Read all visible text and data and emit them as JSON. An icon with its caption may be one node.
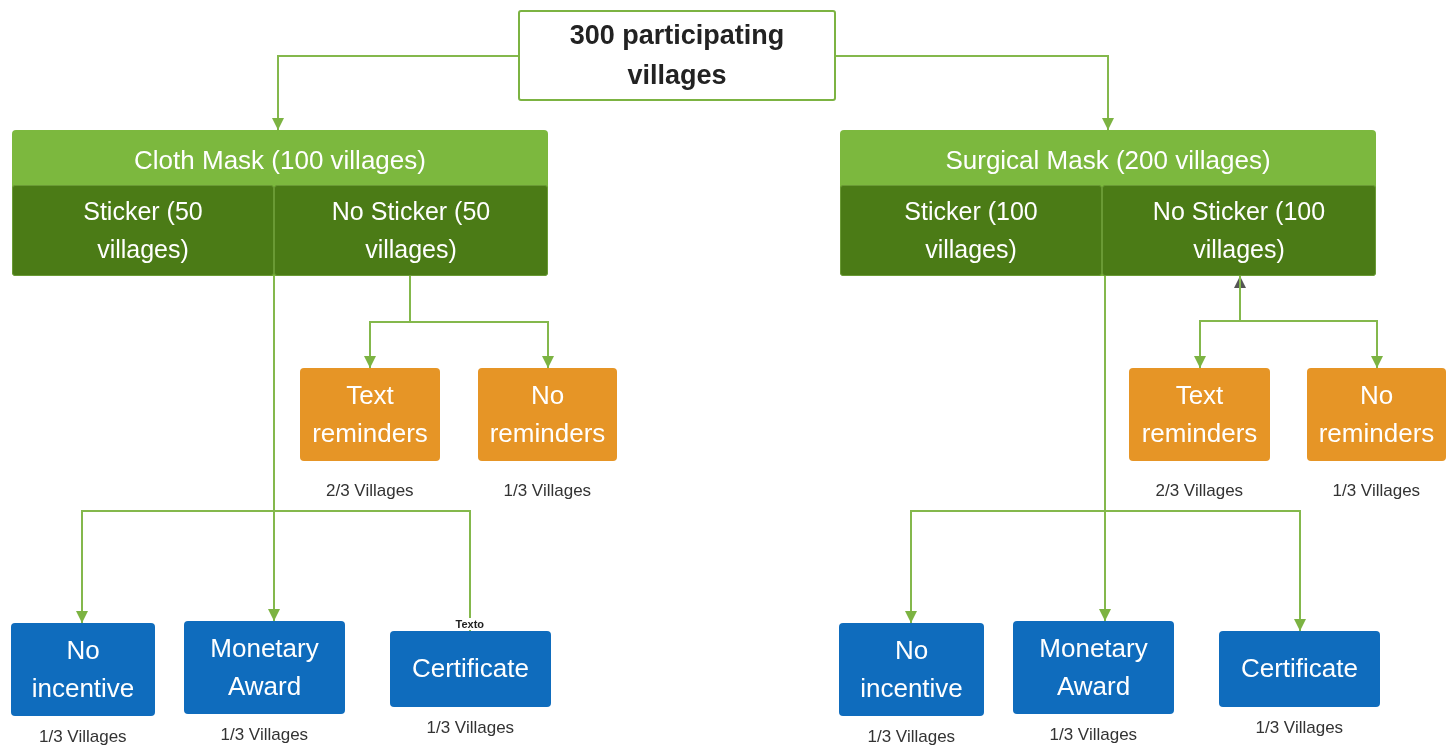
{
  "diagram": {
    "nodes": [
      {
        "text": [
          "300 participating villages"
        ]
      },
      {
        "text": [
          "Cloth Mask (100 villages)"
        ]
      },
      {
        "text": [
          "Sticker (50 villages)"
        ],
        "in": 1
      },
      {
        "text": [
          "No Sticker (50 villages)"
        ],
        "in": 1
      },
      {
        "text": [
          "Text reminders"
        ],
        "beside": [
          "2/3 Villages"
        ]
      },
      {
        "text": [
          "No reminders"
        ],
        "beside": [
          "1/3 Villages"
        ]
      },
      {
        "text": [
          "No incentive"
        ],
        "beside": [
          "1/3 Villages"
        ]
      },
      {
        "text": [
          "Monetary Award"
        ],
        "beside": [
          "1/3 Villages"
        ]
      },
      {
        "text": [
          "Certificate"
        ],
        "beside": [
          "1/3 Villages"
        ]
      },
      {
        "text": [
          "Surgical Mask (200 villages)"
        ]
      },
      {
        "text": [
          "Sticker (100 villages)"
        ],
        "in": 9
      },
      {
        "text": [
          "No Sticker (100 villages)"
        ],
        "in": 9
      },
      {
        "text": [
          "Text reminders"
        ],
        "beside": [
          "2/3 Villages"
        ]
      },
      {
        "text": [
          "No reminders"
        ],
        "beside": [
          "1/3 Villages"
        ]
      },
      {
        "text": [
          "No incentive"
        ],
        "beside": [
          "1/3 Villages"
        ]
      },
      {
        "text": [
          "Monetary Award"
        ],
        "beside": [
          "1/3 Villages"
        ]
      },
      {
        "text": [
          "Certificate"
        ],
        "beside": [
          "1/3 Villages"
        ]
      }
    ],
    "edges": [
      {
        "from": 0,
        "to": 1,
        "arrow": "to"
      },
      {
        "from": 0,
        "to": 9,
        "arrow": "to"
      },
      {
        "from": 3,
        "to": 4,
        "arrow": "to"
      },
      {
        "from": 3,
        "to": 5,
        "arrow": "to"
      },
      {
        "from": 1,
        "to": 6,
        "arrow": "to"
      },
      {
        "from": 1,
        "to": 7,
        "arrow": "to"
      },
      {
        "from": 1,
        "to": 8,
        "arrow": "none",
        "label": "Texto"
      },
      {
        "from": 11,
        "to": 12,
        "arrow": "both"
      },
      {
        "from": 11,
        "to": 13,
        "arrow": "to"
      },
      {
        "from": 9,
        "to": 14,
        "arrow": "to"
      },
      {
        "from": 9,
        "to": 15,
        "arrow": "to"
      },
      {
        "from": 9,
        "to": 16,
        "arrow": "to"
      }
    ]
  }
}
